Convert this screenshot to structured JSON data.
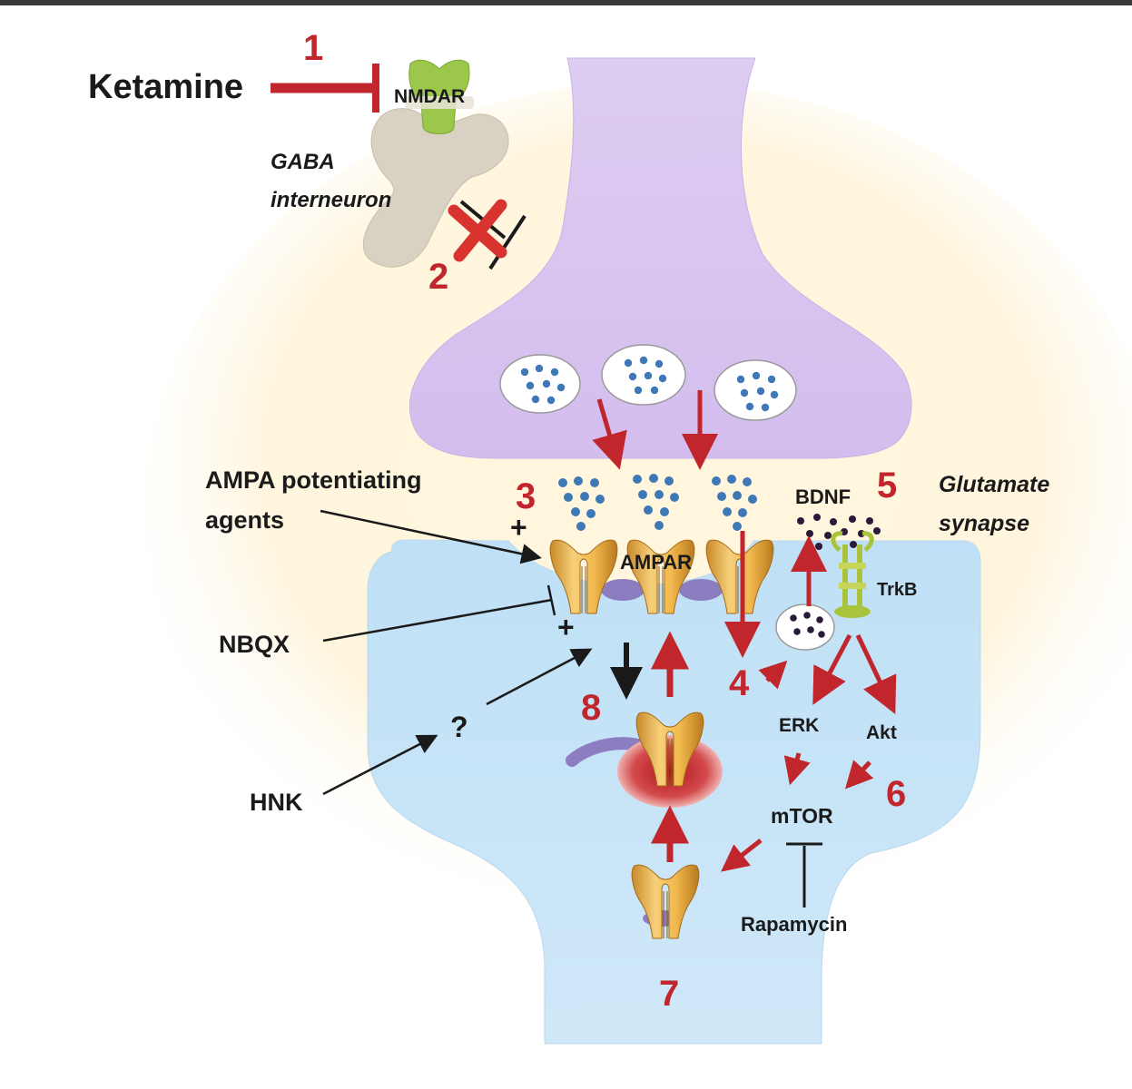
{
  "labels": {
    "ketamine": "Ketamine",
    "nmdar": "NMDAR",
    "gaba_line1": "GABA",
    "gaba_line2": "interneuron",
    "ampa_agents_line1": "AMPA potentiating",
    "ampa_agents_line2": "agents",
    "nbqx": "NBQX",
    "hnk": "HNK",
    "question": "?",
    "ampar": "AMPAR",
    "bdnf": "BDNF",
    "trkb": "TrkB",
    "glutamate_line1": "Glutamate",
    "glutamate_line2": "synapse",
    "erk": "ERK",
    "akt": "Akt",
    "mtor": "mTOR",
    "rapamycin": "Rapamycin",
    "plus": "+"
  },
  "steps": [
    "1",
    "2",
    "3",
    "4",
    "5",
    "6",
    "7",
    "8"
  ],
  "colors": {
    "presynaptic": "#d9c7ee",
    "postsynaptic": "#c7e3f5",
    "interneuron": "#dcd5c6",
    "nmdar_channel": "#9bc84a",
    "ampar_gold": "#e9a93a",
    "vesicle_dot": "#3e78b6",
    "bdnf_dot": "#2a1a3a",
    "arrow_red": "#c0262c",
    "arrow_black": "#1a1a1a",
    "trkb_green": "#a9c43a"
  }
}
